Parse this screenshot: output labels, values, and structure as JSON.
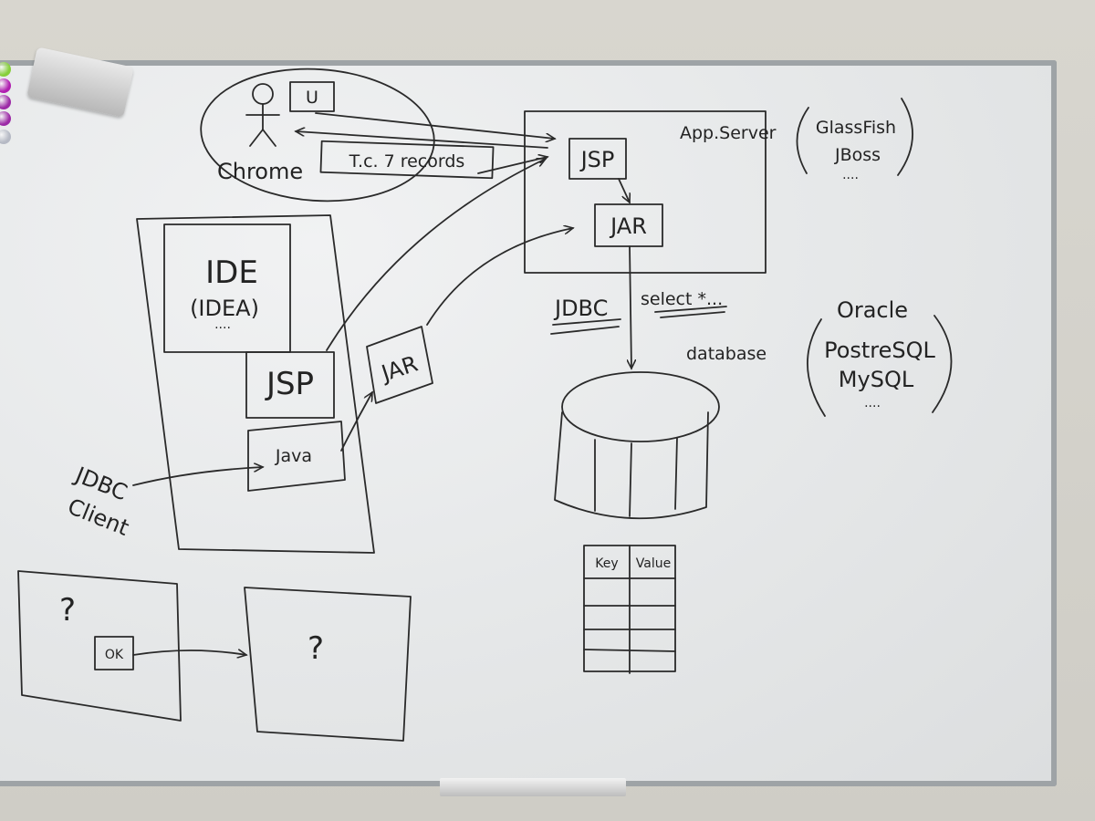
{
  "browser": {
    "user_box": "U",
    "records_box": "T.c. 7 records",
    "label": "Chrome"
  },
  "app_server": {
    "label": "App.Server",
    "jsp": "JSP",
    "jar": "JAR",
    "products": [
      "GlassFish",
      "JBoss",
      "...."
    ]
  },
  "ide_area": {
    "ide_title": "IDE",
    "ide_subtitle": "(IDEA)",
    "ide_dots": "....",
    "jsp": "JSP",
    "java": "Java",
    "jar": "JAR",
    "client_label_line1": "JDBC",
    "client_label_line2": "Client"
  },
  "database": {
    "connector": "JDBC",
    "query": "select *...",
    "label": "database",
    "vendors": [
      "Oracle",
      "PostreSQL",
      "MySQL",
      "...."
    ],
    "table_headers": [
      "Key",
      "Value"
    ]
  },
  "screens": {
    "left_mark": "?",
    "ok_button": "OK",
    "right_mark": "?"
  },
  "magnet_colors": [
    "#86cf3a",
    "#e8e8e8",
    "#b01eb0",
    "#9c2aa6",
    "#b5b9c4"
  ]
}
